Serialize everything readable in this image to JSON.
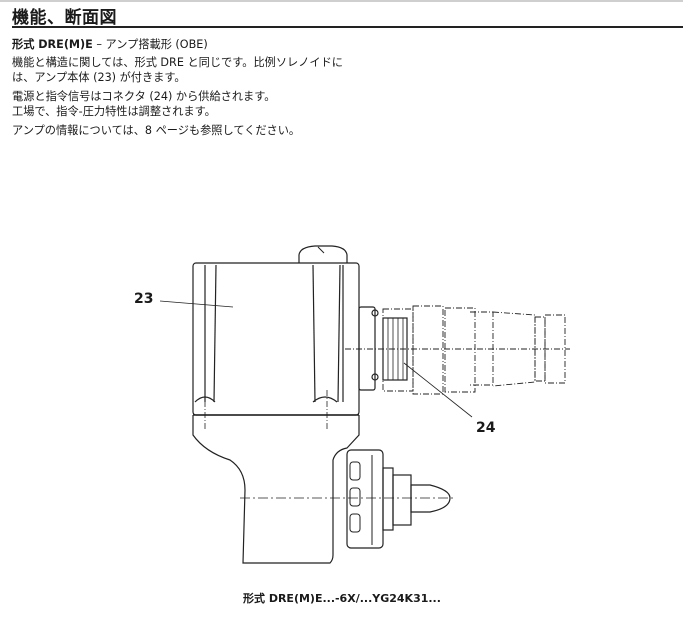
{
  "section_title": "機能、断面図",
  "subtitle": {
    "type": "形式 DRE(M)E",
    "rest": " – アンプ搭載形 (OBE)"
  },
  "paragraphs": [
    [
      "機能と構造に関しては、形式 DRE と同じです。比例ソレノイドに",
      "は、アンプ本体 (23) が付きます。"
    ],
    [
      "電源と指令信号はコネクタ (24) から供給されます。",
      "工場で、指令-圧力特性は調整されます。"
    ],
    [
      "アンプの情報については、8 ページも参照してください。"
    ]
  ],
  "figure": {
    "labels": {
      "amplifier": "23",
      "connector": "24"
    },
    "caption": "形式 DRE(M)E...-6X/...YG24K31..."
  }
}
